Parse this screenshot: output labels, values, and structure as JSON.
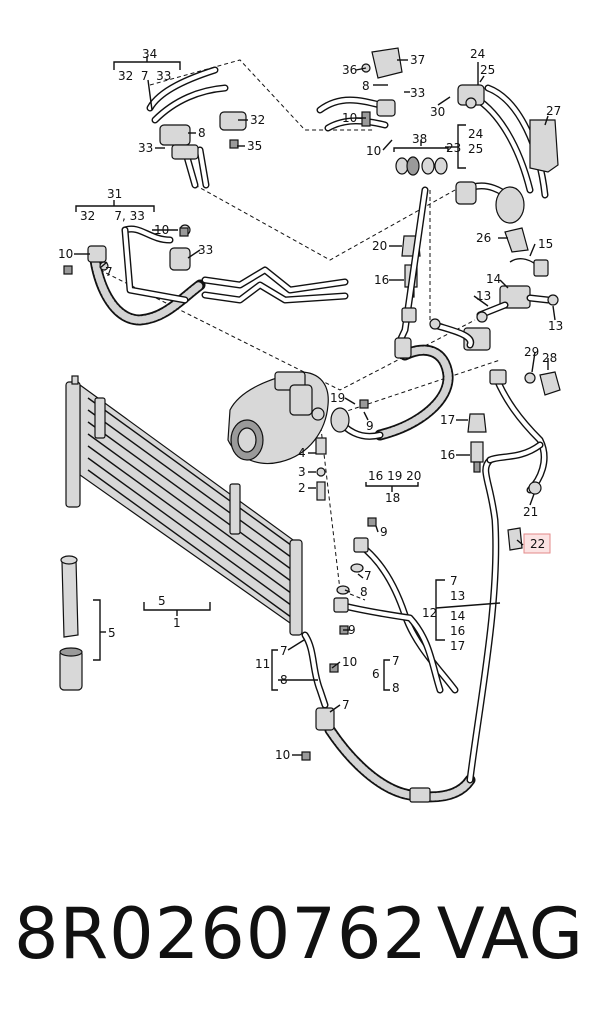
{
  "callouts": [
    {
      "id": "c34",
      "text": "34"
    },
    {
      "id": "c34a",
      "text": "32  7  33"
    },
    {
      "id": "c36",
      "text": "36"
    },
    {
      "id": "c37",
      "text": "37"
    },
    {
      "id": "c8a",
      "text": "8"
    },
    {
      "id": "c33a",
      "text": "33"
    },
    {
      "id": "c24a",
      "text": "24"
    },
    {
      "id": "c25a",
      "text": "25"
    },
    {
      "id": "c30",
      "text": "30"
    },
    {
      "id": "c27",
      "text": "27"
    },
    {
      "id": "c32a",
      "text": "32"
    },
    {
      "id": "c8b",
      "text": "8"
    },
    {
      "id": "c33b",
      "text": "33"
    },
    {
      "id": "c35",
      "text": "35"
    },
    {
      "id": "c10a",
      "text": "10"
    },
    {
      "id": "c10b",
      "text": "10"
    },
    {
      "id": "c38",
      "text": "38"
    },
    {
      "id": "c23",
      "text": "23"
    },
    {
      "id": "c24b",
      "text": "24"
    },
    {
      "id": "c25b",
      "text": "25"
    },
    {
      "id": "c31",
      "text": "31"
    },
    {
      "id": "c31a",
      "text": "32     7, 33"
    },
    {
      "id": "c10c",
      "text": "10"
    },
    {
      "id": "c33c",
      "text": "33"
    },
    {
      "id": "c10d",
      "text": "10"
    },
    {
      "id": "c7a",
      "text": "7"
    },
    {
      "id": "c20a",
      "text": "20"
    },
    {
      "id": "c26",
      "text": "26"
    },
    {
      "id": "c15",
      "text": "15"
    },
    {
      "id": "c16a",
      "text": "16"
    },
    {
      "id": "c14",
      "text": "14"
    },
    {
      "id": "c13a",
      "text": "13"
    },
    {
      "id": "c13b",
      "text": "13"
    },
    {
      "id": "c29",
      "text": "29"
    },
    {
      "id": "c28",
      "text": "28"
    },
    {
      "id": "c19",
      "text": "19"
    },
    {
      "id": "c9a",
      "text": "9"
    },
    {
      "id": "c17",
      "text": "17"
    },
    {
      "id": "c4",
      "text": "4"
    },
    {
      "id": "c16b",
      "text": "16"
    },
    {
      "id": "c3",
      "text": "3"
    },
    {
      "id": "c2",
      "text": "2"
    },
    {
      "id": "c18a",
      "text": "16 19 20"
    },
    {
      "id": "c18",
      "text": "18"
    },
    {
      "id": "c21",
      "text": "21"
    },
    {
      "id": "c22",
      "text": "22"
    },
    {
      "id": "c9b",
      "text": "9"
    },
    {
      "id": "c5a",
      "text": "5"
    },
    {
      "id": "c1",
      "text": "1"
    },
    {
      "id": "c7b",
      "text": "7"
    },
    {
      "id": "c8c",
      "text": "8"
    },
    {
      "id": "c12a",
      "text": "7"
    },
    {
      "id": "c12b",
      "text": "13"
    },
    {
      "id": "c12",
      "text": "12"
    },
    {
      "id": "c12c",
      "text": "14"
    },
    {
      "id": "c12d",
      "text": "16"
    },
    {
      "id": "c12e",
      "text": "17"
    },
    {
      "id": "c5b",
      "text": "5"
    },
    {
      "id": "c9c",
      "text": "9"
    },
    {
      "id": "c11a",
      "text": "7"
    },
    {
      "id": "c11",
      "text": "11"
    },
    {
      "id": "c11b",
      "text": "8"
    },
    {
      "id": "c10e",
      "text": "10"
    },
    {
      "id": "c6a",
      "text": "7"
    },
    {
      "id": "c6",
      "text": "6"
    },
    {
      "id": "c6b",
      "text": "8"
    },
    {
      "id": "c7c",
      "text": "7"
    },
    {
      "id": "c10f",
      "text": "10"
    }
  ],
  "footer": {
    "part_number": "8R0260762",
    "brand": "VAG"
  },
  "colors": {
    "highlight_fill": "#fbe3e3",
    "highlight_stroke": "#e38a8a",
    "line": "#111111"
  }
}
